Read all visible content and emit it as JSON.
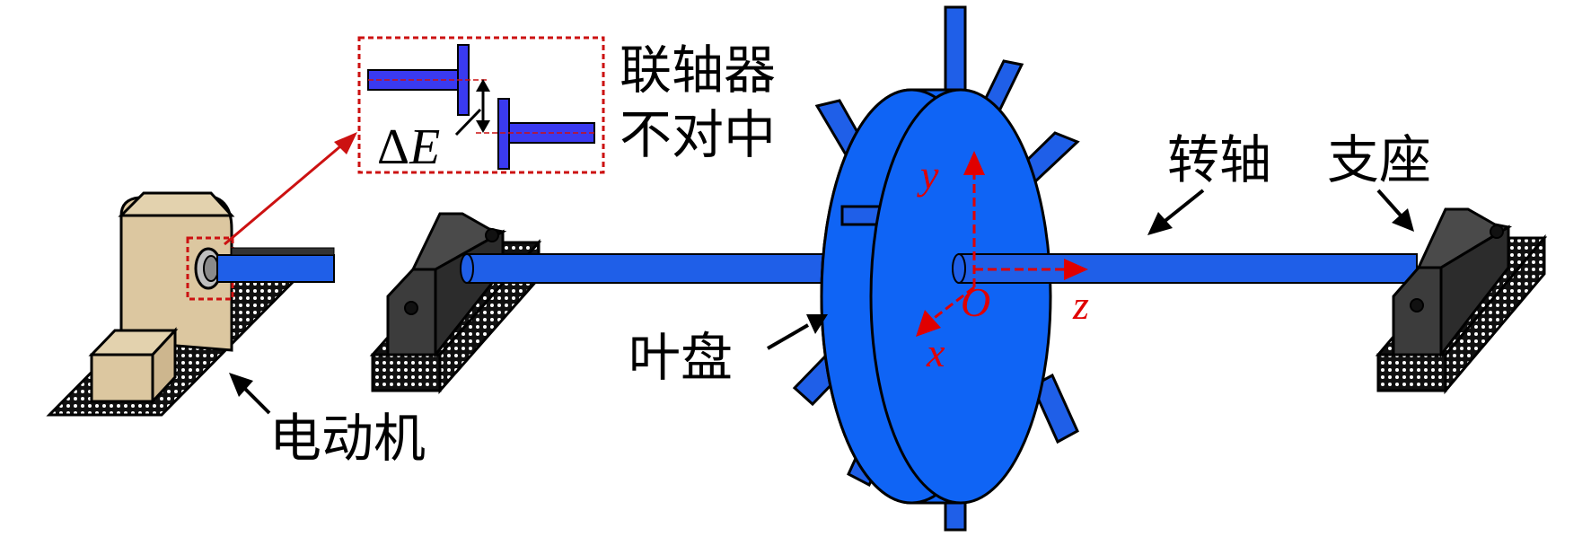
{
  "labels": {
    "coupling_line1": "联轴器",
    "coupling_line2": "不对中",
    "delta": "Δ",
    "delta_var": "E",
    "shaft": "转轴",
    "support": "支座",
    "disk": "叶盘",
    "motor": "电动机"
  },
  "axes": {
    "y": "y",
    "x": "x",
    "z": "z",
    "origin": "O"
  },
  "colors": {
    "shaft_blue": "#1f5fe8",
    "disk_blue": "#0f64f5",
    "axis_red": "#e00000",
    "motor_tan": "#dcc7a0",
    "support_gray": "#3c3c3c"
  }
}
